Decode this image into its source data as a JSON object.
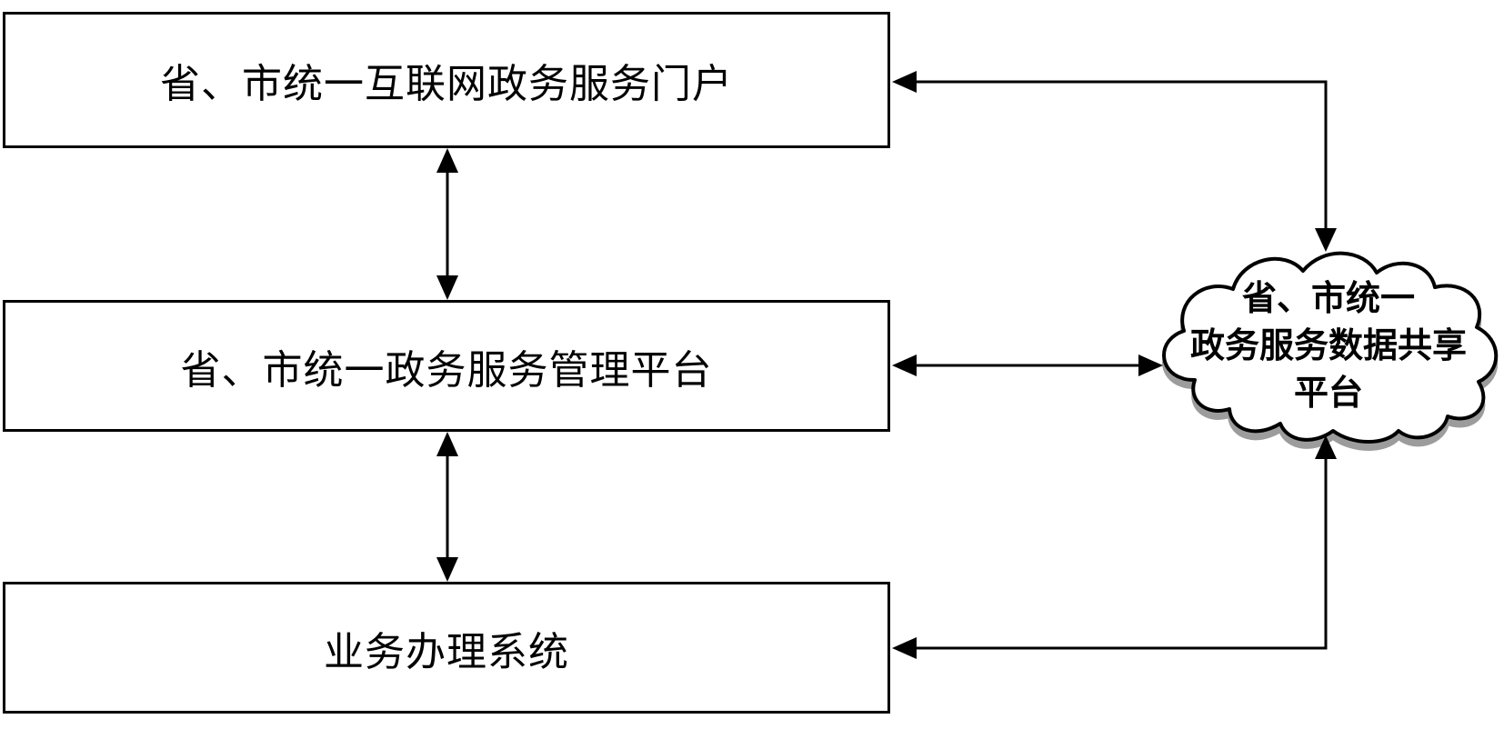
{
  "diagram": {
    "background": "#ffffff",
    "stroke_color": "#000000",
    "cloud_fill": "#ffffff",
    "cloud_shadow_color": "#9c9c9c",
    "boxes": [
      {
        "label": "省、市统一互联网政务服务门户"
      },
      {
        "label": "省、市统一政务服务管理平台"
      },
      {
        "label": "业务办理系统"
      }
    ],
    "cloud": {
      "label": "省、市统一政务服务数据共享平台",
      "lines": [
        "省、市统一",
        "政务服务数据共享",
        "平台"
      ]
    },
    "connectors": [
      {
        "from": "省、市统一互联网政务服务门户",
        "to": "省、市统一政务服务管理平台",
        "direction": "bidirectional",
        "style": "straight-vertical"
      },
      {
        "from": "省、市统一政务服务管理平台",
        "to": "业务办理系统",
        "direction": "bidirectional",
        "style": "straight-vertical"
      },
      {
        "from": "省、市统一政务服务管理平台",
        "to": "省、市统一政务服务数据共享平台",
        "direction": "bidirectional",
        "style": "straight-horizontal"
      },
      {
        "from": "省、市统一互联网政务服务门户",
        "to": "省、市统一政务服务数据共享平台",
        "direction": "bidirectional",
        "style": "elbow"
      },
      {
        "from": "业务办理系统",
        "to": "省、市统一政务服务数据共享平台",
        "direction": "bidirectional",
        "style": "elbow"
      }
    ]
  }
}
